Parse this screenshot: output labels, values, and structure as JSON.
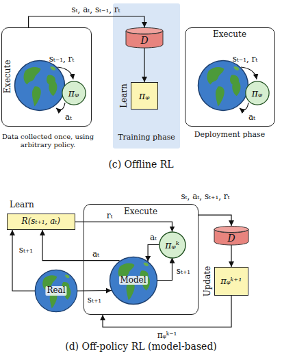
{
  "diagram": {
    "nodes": [
      {
        "text": [
          "Execute"
        ]
      },
      {
        "text": [
          "πᵩ"
        ],
        "in": 0
      },
      {
        "text": [
          "Training phase"
        ]
      },
      {
        "text": [
          "D"
        ],
        "in": 2
      },
      {
        "text": [
          "Learn",
          "πᵩ"
        ],
        "in": 2
      },
      {
        "text": [
          "Execute",
          "Deployment phase"
        ]
      },
      {
        "text": [
          "πᵩ"
        ],
        "in": 5
      },
      {
        "text": [
          "Learn",
          "R(sₜ₊₁, aₜ)"
        ]
      },
      {
        "text": [
          "Real"
        ]
      },
      {
        "text": [
          "Execute"
        ]
      },
      {
        "text": [
          "Model"
        ],
        "in": 9
      },
      {
        "text": [
          "πᵩᵏ"
        ],
        "in": 9
      },
      {
        "text": [
          "D"
        ]
      },
      {
        "text": [
          "Update",
          "πᵩᵏ⁺¹"
        ]
      }
    ],
    "edges": [
      {
        "from": 0,
        "to": 3,
        "arrow": "to",
        "label": "sₜ, aₜ, sₜ₋₁, rₜ"
      },
      {
        "from": 3,
        "to": 4,
        "arrow": "to"
      },
      {
        "from": 8,
        "to": 7,
        "arrow": "to",
        "label": "sₜ₊₁"
      },
      {
        "from": 10,
        "to": 7,
        "arrow": "to",
        "label": "aₜ"
      },
      {
        "from": 7,
        "to": 11,
        "arrow": "to",
        "label": "rₜ"
      },
      {
        "from": 11,
        "to": 10,
        "arrow": "to",
        "label": "aₜ"
      },
      {
        "from": 10,
        "to": 11,
        "arrow": "to",
        "label": "sₜ₊₁"
      },
      {
        "from": 8,
        "to": 10,
        "arrow": "to",
        "label": "sₜ₊₁"
      },
      {
        "from": 9,
        "to": 12,
        "arrow": "to",
        "label": "sₜ, aₜ, sₜ₊₁, rₜ"
      },
      {
        "from": 12,
        "to": 13,
        "arrow": "to"
      },
      {
        "from": 13,
        "to": 9,
        "arrow": "to",
        "label": "πᵩᵏ⁻¹"
      }
    ],
    "labels": [
      "sₜ₋₁, rₜ",
      "aₜ",
      "Data collected once, using arbitrary policy.",
      "sₜ₋₁, rₜ",
      "aₜ",
      "(c) Offline RL",
      "(d) Off-policy RL (model-based)"
    ]
  }
}
